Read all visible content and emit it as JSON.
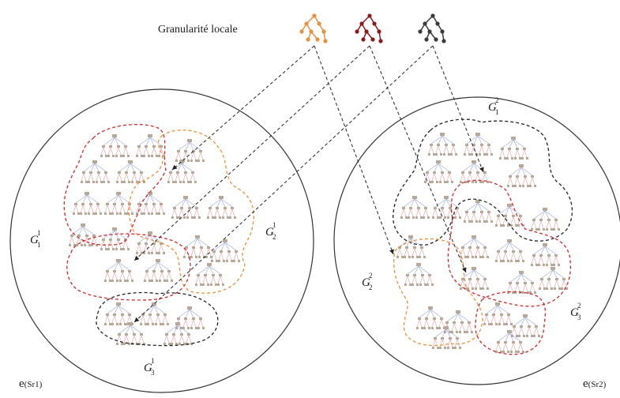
{
  "title": "Granularité locale",
  "hierarchy_icons": [
    {
      "name": "orange-hierarchy-icon",
      "color": "#e8913c"
    },
    {
      "name": "darkred-hierarchy-icon",
      "color": "#8b1a1a"
    },
    {
      "name": "black-hierarchy-icon",
      "color": "#3a3a3a"
    }
  ],
  "colors": {
    "orange": "#e8913c",
    "red": "#cc2a2a",
    "black": "#222222",
    "tree": "#b8a898",
    "edge": "#9aa8d8"
  },
  "left": {
    "label": "e",
    "label_sub": "(Sr1)",
    "groups": [
      {
        "name": "G",
        "sub": "1",
        "sup": "1"
      },
      {
        "name": "G",
        "sub": "2",
        "sup": "1"
      },
      {
        "name": "G",
        "sub": "3",
        "sup": "1"
      }
    ]
  },
  "right": {
    "label": "e",
    "label_sub": "(Sr2)",
    "groups": [
      {
        "name": "G",
        "sub": "1",
        "sup": "2"
      },
      {
        "name": "G",
        "sub": "2",
        "sup": "2"
      },
      {
        "name": "G",
        "sub": "3",
        "sup": "2"
      }
    ]
  }
}
